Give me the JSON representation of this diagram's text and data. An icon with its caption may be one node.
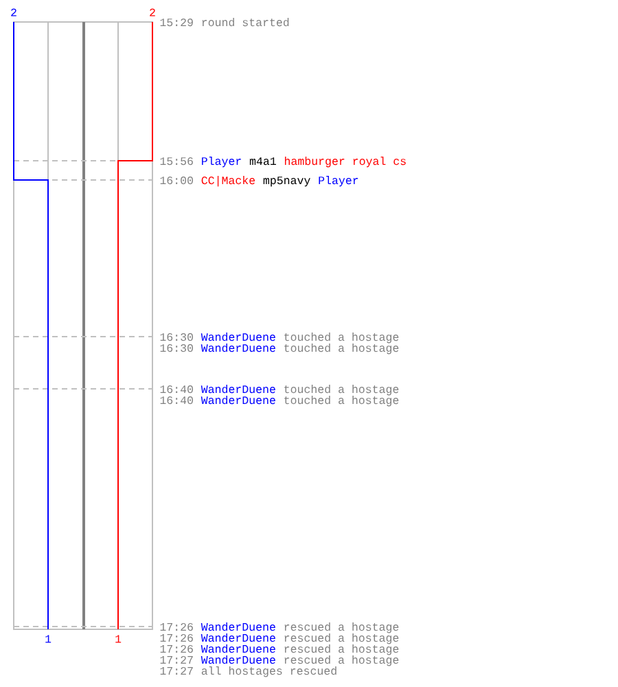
{
  "diagram": {
    "labels": [
      "2",
      "2",
      "15:29",
      "round started",
      "15:56",
      "Player",
      "m4a1",
      "hamburger royal cs",
      "16:00",
      "CC|Macke",
      "mp5navy",
      "Player",
      "16:30",
      "WanderDuene",
      "touched a hostage",
      "16:30",
      "WanderDuene",
      "touched a hostage",
      "16:40",
      "WanderDuene",
      "touched a hostage",
      "16:40",
      "WanderDuene",
      "touched a hostage",
      "17:26",
      "WanderDuene",
      "rescued a hostage",
      "1",
      "1",
      "17:26",
      "WanderDuene",
      "rescued a hostage",
      "17:26",
      "WanderDuene",
      "rescued a hostage",
      "17:27",
      "WanderDuene",
      "rescued a hostage",
      "17:27",
      "all hostages rescued"
    ]
  }
}
